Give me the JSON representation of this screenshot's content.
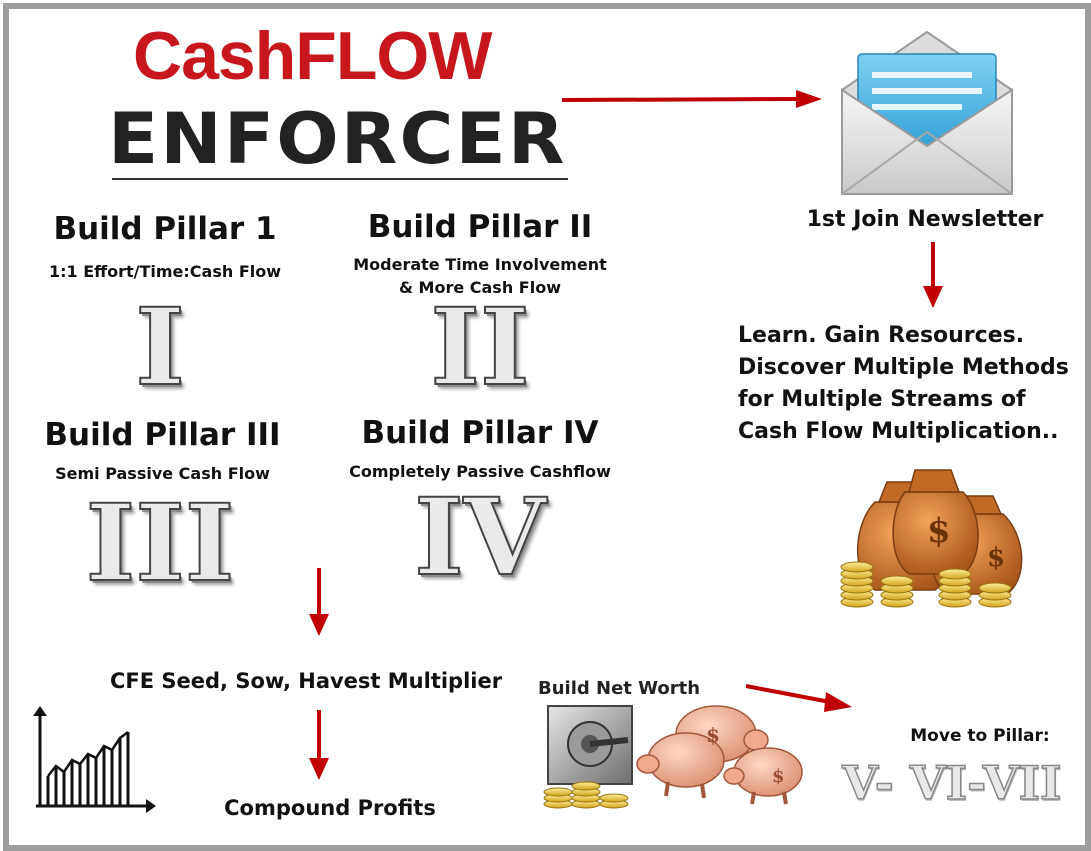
{
  "logo": {
    "line1": "CashFLOW",
    "line2": "ENFORCER"
  },
  "pillars": [
    {
      "title": "Build Pillar 1",
      "subtitle": "1:1 Effort/Time:Cash Flow",
      "numeral": "I"
    },
    {
      "title": "Build Pillar II",
      "subtitle_line1": "Moderate Time Involvement",
      "subtitle_line2": "& More Cash Flow",
      "numeral": "II"
    },
    {
      "title": "Build Pillar III",
      "subtitle": "Semi Passive Cash Flow",
      "numeral": "III"
    },
    {
      "title": "Build Pillar IV",
      "subtitle": "Completely Passive Cashflow",
      "numeral": "IV"
    }
  ],
  "newsletter": {
    "label": "1st Join Newsletter",
    "icon": "envelope-icon"
  },
  "learn": {
    "lines": [
      "Learn. Gain Resources.",
      "Discover Multiple Methods",
      "for Multiple Streams of",
      "Cash Flow Multiplication.."
    ]
  },
  "seed_label": "CFE Seed, Sow, Havest Multiplier",
  "compound_label": "Compound Profits",
  "net_worth_label": "Build Net Worth",
  "move": {
    "label": "Move to Pillar:",
    "numerals": "V- VI-VII"
  },
  "colors": {
    "accent": "#c8161d",
    "arrow": "#c00000",
    "frame": "#9e9e9e"
  }
}
